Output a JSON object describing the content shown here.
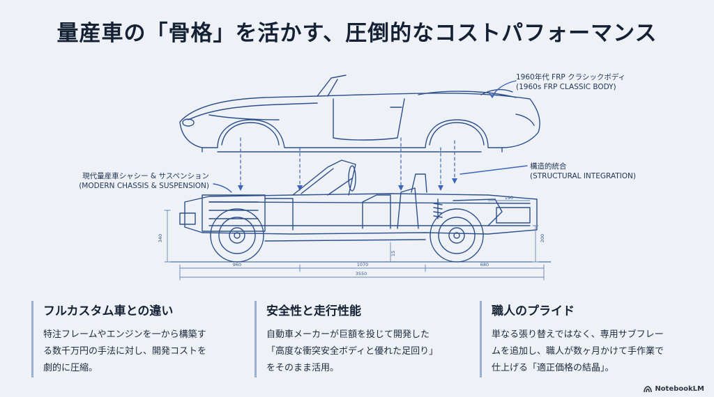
{
  "title": "量産車の「骨格」を活かす、圧倒的なコストパフォーマンス",
  "callouts": {
    "classic_body": [
      "1960年代 FRP クラシックボディ",
      "(1960s FRP CLASSIC BODY)"
    ],
    "modern_chassis": [
      "現代量産車シャシー & サスペンション",
      "(MODERN CHASSIS & SUSPENSION)"
    ],
    "structural": [
      "構造的統合",
      "(STRUCTURAL INTEGRATION)"
    ]
  },
  "dimensions": {
    "front_overhang": "960",
    "wheelbase": "1070",
    "rear_overhang": "680",
    "total_length": "3550",
    "height_left": "340",
    "height_right": "200",
    "ground_clearance": "15",
    "top_right": "190"
  },
  "cards": [
    {
      "title": "フルカスタム車との違い",
      "body": "特注フレームやエンジンを一から構築す\nる数千万円の手法に対し、開発コストを\n劇的に圧縮。"
    },
    {
      "title": "安全性と走行性能",
      "body": "自動車メーカーが巨額を投じて開発した\n「高度な衝突安全ボディと優れた足回り」\nをそのまま活用。"
    },
    {
      "title": "職人のプライド",
      "body": "単なる張り替えではなく、専用サブフレー\nムを追加し、職人が数ヶ月かけて手作業で\n仕上げる「適正価格の結晶」。"
    }
  ],
  "logo": "NotebookLM",
  "colors": {
    "line": "#2c4f8c",
    "accent": "#3d64b8",
    "card_border": "#9aaecd",
    "background": "#eef2f7"
  }
}
